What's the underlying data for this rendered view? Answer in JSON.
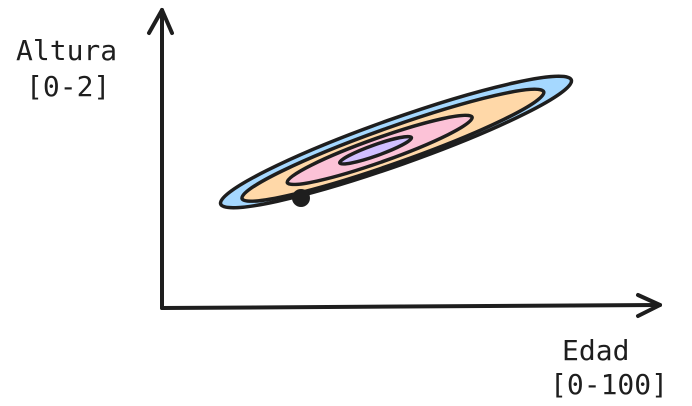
{
  "axes": {
    "y": {
      "label": "Altura",
      "range": "[0-2]"
    },
    "x": {
      "label": "Edad",
      "range": "[0-100]"
    }
  },
  "colors": {
    "stroke": "#1e1e1e",
    "contour_outer": "#a5d8ff",
    "contour_second": "#ffd8a8",
    "contour_third": "#fcc2d7",
    "contour_inner": "#d0bfff",
    "point": "#1e1e1e"
  },
  "contours": [
    "outer",
    "second",
    "third",
    "inner"
  ]
}
